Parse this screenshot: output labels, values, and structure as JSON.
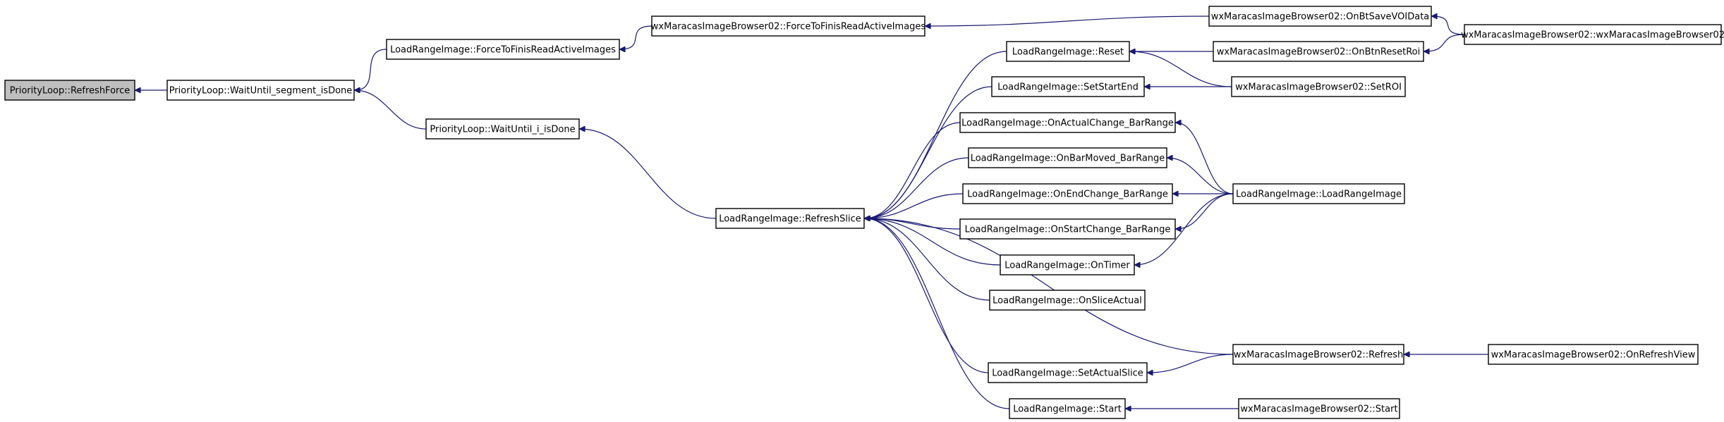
{
  "diagram": {
    "type": "call-graph",
    "colors": {
      "edge": "#191970",
      "root_fill": "#bfbfbf",
      "node_fill": "#ffffff",
      "node_border": "#000000"
    },
    "nodes": [
      {
        "id": "n0",
        "label": "PriorityLoop::RefreshForce",
        "root": true
      },
      {
        "id": "n1",
        "label": "PriorityLoop::WaitUntil_segment_isDone"
      },
      {
        "id": "n2",
        "label": "LoadRangeImage::ForceToFinisReadActiveImages"
      },
      {
        "id": "n3",
        "label": "wxMaracasImageBrowser02::ForceToFinisReadActiveImages"
      },
      {
        "id": "n4",
        "label": "wxMaracasImageBrowser02::OnBtSaveVOIData"
      },
      {
        "id": "n5",
        "label": "wxMaracasImageBrowser02::wxMaracasImageBrowser02"
      },
      {
        "id": "n6",
        "label": "PriorityLoop::WaitUntil_i_isDone"
      },
      {
        "id": "n7",
        "label": "LoadRangeImage::RefreshSlice"
      },
      {
        "id": "n8",
        "label": "LoadRangeImage::Reset"
      },
      {
        "id": "n9",
        "label": "wxMaracasImageBrowser02::OnBtnResetRoi"
      },
      {
        "id": "n10",
        "label": "wxMaracasImageBrowser02::SetROI"
      },
      {
        "id": "n11",
        "label": "LoadRangeImage::SetStartEnd"
      },
      {
        "id": "n12",
        "label": "LoadRangeImage::OnActualChange_BarRange"
      },
      {
        "id": "n13",
        "label": "LoadRangeImage::LoadRangeImage"
      },
      {
        "id": "n14",
        "label": "LoadRangeImage::OnBarMoved_BarRange"
      },
      {
        "id": "n15",
        "label": "LoadRangeImage::OnEndChange_BarRange"
      },
      {
        "id": "n16",
        "label": "LoadRangeImage::OnStartChange_BarRange"
      },
      {
        "id": "n17",
        "label": "LoadRangeImage::OnTimer"
      },
      {
        "id": "n18",
        "label": "LoadRangeImage::OnSliceActual"
      },
      {
        "id": "n19",
        "label": "wxMaracasImageBrowser02::Refresh"
      },
      {
        "id": "n20",
        "label": "wxMaracasImageBrowser02::OnRefreshView"
      },
      {
        "id": "n21",
        "label": "LoadRangeImage::SetActualSlice"
      },
      {
        "id": "n22",
        "label": "LoadRangeImage::Start"
      },
      {
        "id": "n23",
        "label": "wxMaracasImageBrowser02::Start"
      }
    ],
    "edges": [
      {
        "from": "n1",
        "to": "n0"
      },
      {
        "from": "n2",
        "to": "n1"
      },
      {
        "from": "n6",
        "to": "n1"
      },
      {
        "from": "n3",
        "to": "n2"
      },
      {
        "from": "n4",
        "to": "n3"
      },
      {
        "from": "n5",
        "to": "n4"
      },
      {
        "from": "n5",
        "to": "n9"
      },
      {
        "from": "n7",
        "to": "n6"
      },
      {
        "from": "n8",
        "to": "n7"
      },
      {
        "from": "n11",
        "to": "n7"
      },
      {
        "from": "n12",
        "to": "n7"
      },
      {
        "from": "n14",
        "to": "n7"
      },
      {
        "from": "n15",
        "to": "n7"
      },
      {
        "from": "n16",
        "to": "n7"
      },
      {
        "from": "n17",
        "to": "n7"
      },
      {
        "from": "n18",
        "to": "n7"
      },
      {
        "from": "n19",
        "to": "n7"
      },
      {
        "from": "n21",
        "to": "n7"
      },
      {
        "from": "n22",
        "to": "n7"
      },
      {
        "from": "n9",
        "to": "n8"
      },
      {
        "from": "n10",
        "to": "n8"
      },
      {
        "from": "n10",
        "to": "n11"
      },
      {
        "from": "n13",
        "to": "n12"
      },
      {
        "from": "n13",
        "to": "n14"
      },
      {
        "from": "n13",
        "to": "n15"
      },
      {
        "from": "n13",
        "to": "n16"
      },
      {
        "from": "n13",
        "to": "n17"
      },
      {
        "from": "n19",
        "to": "n21"
      },
      {
        "from": "n20",
        "to": "n19"
      },
      {
        "from": "n23",
        "to": "n22"
      }
    ]
  }
}
